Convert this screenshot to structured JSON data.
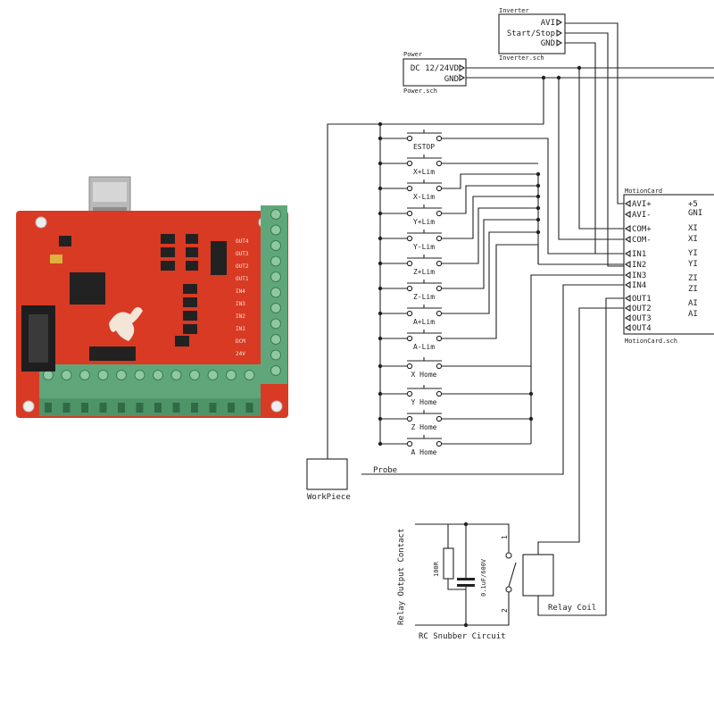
{
  "inverter": {
    "title": "Inverter",
    "pins": [
      "AVI",
      "Start/Stop",
      "GND"
    ],
    "file": "Inverter.sch"
  },
  "power": {
    "title": "Power",
    "pins": [
      "DC 12/24VD",
      "GND"
    ],
    "file": "Power.sch"
  },
  "switches": [
    {
      "label": "ESTOP"
    },
    {
      "label": "X+Lim"
    },
    {
      "label": "X-Lim"
    },
    {
      "label": "Y+Lim"
    },
    {
      "label": "Y-Lim"
    },
    {
      "label": "Z+Lim"
    },
    {
      "label": "Z-Lim"
    },
    {
      "label": "A+Lim"
    },
    {
      "label": "A-Lim"
    },
    {
      "label": "X Home"
    },
    {
      "label": "Y Home"
    },
    {
      "label": "Z Home"
    },
    {
      "label": "A Home"
    }
  ],
  "motioncard": {
    "title": "MotionCard",
    "file": "MotionCard.sch",
    "left_pins": [
      "AVI+",
      "AVI-",
      "COM+",
      "COM-",
      "IN1",
      "IN2",
      "IN3",
      "IN4",
      "OUT1",
      "OUT2",
      "OUT3",
      "OUT4"
    ],
    "right_pins": [
      "+5",
      "GNI",
      "XI",
      "XI",
      "YI",
      "YI",
      "ZI",
      "ZI",
      "AI",
      "AI"
    ]
  },
  "workpiece": {
    "label": "WorkPiece"
  },
  "probe": {
    "label": "Probe"
  },
  "relay": {
    "output_contact": "Relay Output Contact",
    "resistor": "100R",
    "capacitor": "0.1uF/600V",
    "pin1": "1",
    "pin2": "2",
    "snubber": "RC Snubber Circuit",
    "coil": "Relay Coil"
  },
  "board": {
    "port_labels": [
      "OUT4",
      "OUT3",
      "OUT2",
      "OUT1",
      "IN4",
      "IN3",
      "IN2",
      "IN1",
      "DCM",
      "24V"
    ],
    "colors": {
      "pcb": "#d83a24",
      "terminal": "#5fa77a",
      "usb": "#b9b9b9",
      "chip": "#222222"
    }
  }
}
